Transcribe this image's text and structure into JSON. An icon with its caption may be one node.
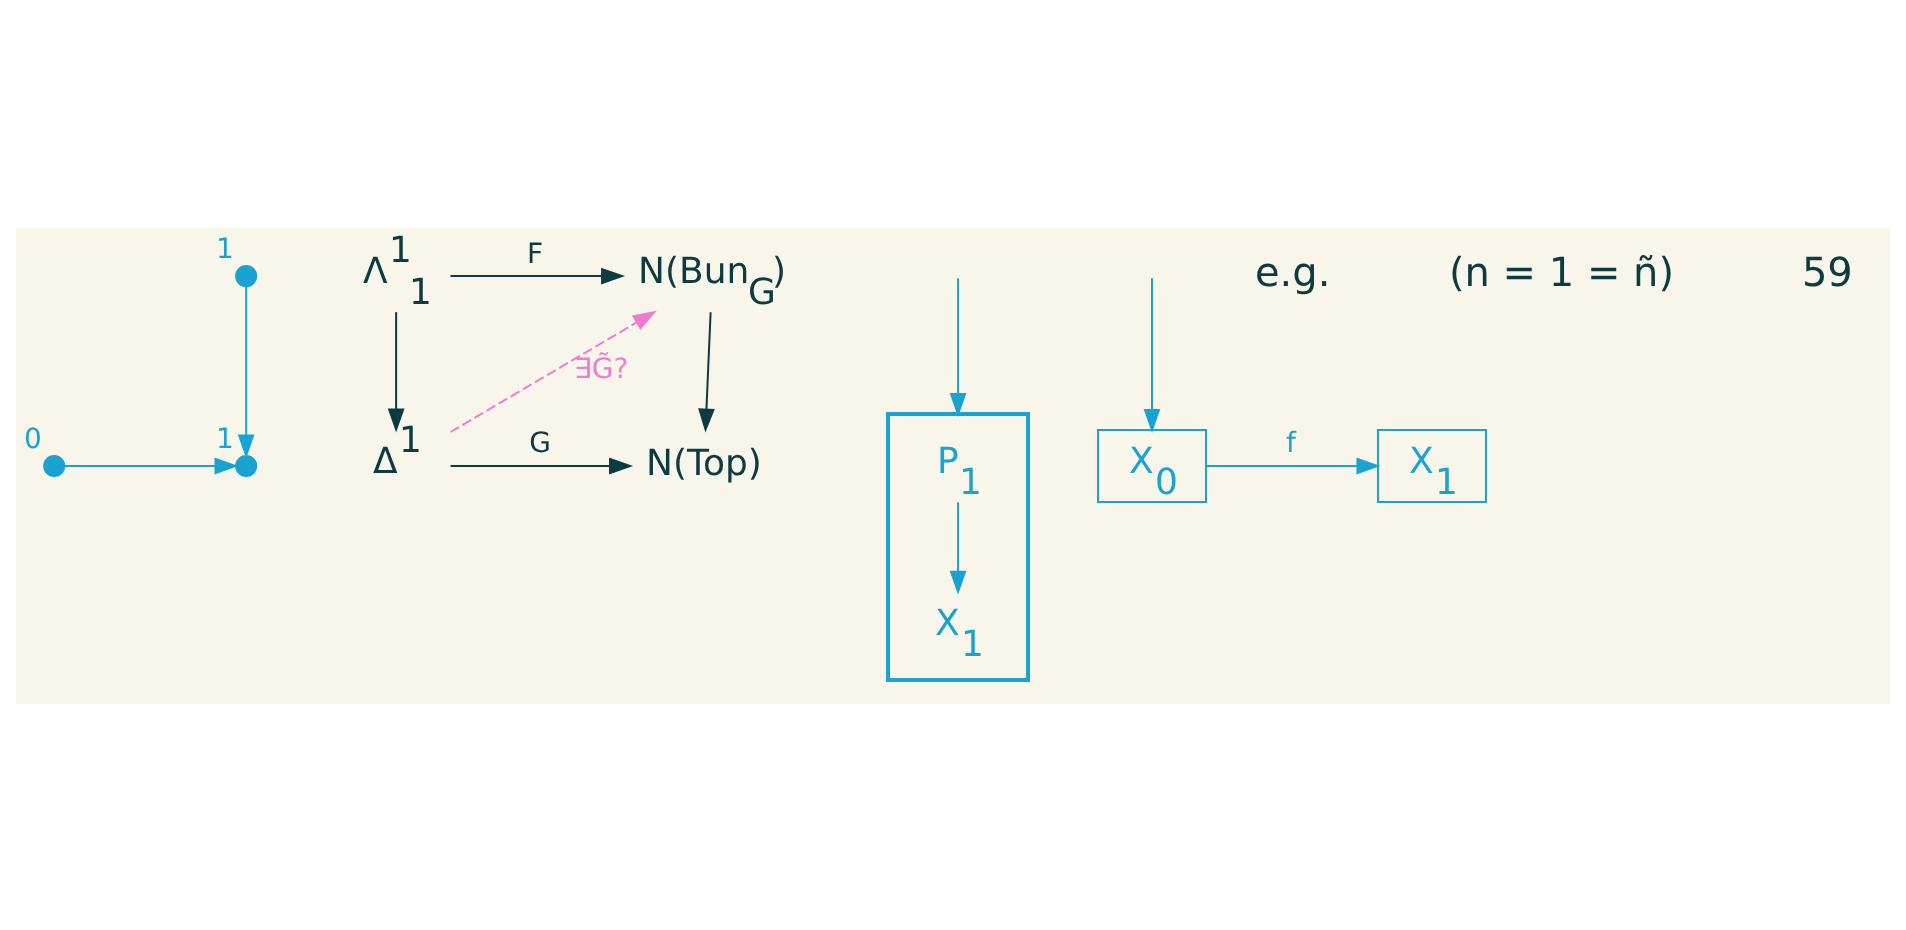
{
  "diagram": {
    "nodes": [
      {
        "text": [],
        "shape": "circle",
        "beside": [
          "1"
        ]
      },
      {
        "text": [],
        "shape": "circle",
        "beside": [
          "0"
        ]
      },
      {
        "text": [],
        "shape": "circle",
        "beside": [
          "1"
        ]
      },
      {
        "text": [
          "Λ$^{1}$$_{1}$"
        ]
      },
      {
        "text": [
          "N(Bun$_{G}$)"
        ]
      },
      {
        "text": [
          "Δ$^{1}$"
        ]
      },
      {
        "text": [
          "N(Top)"
        ]
      },
      {
        "text": [],
        "shape": "box"
      },
      {
        "text": [
          "P$_{1}$"
        ],
        "in": 7
      },
      {
        "text": [
          "X$_{1}$"
        ],
        "in": 7
      },
      {
        "text": [
          "X$_{0}$"
        ]
      },
      {
        "text": [
          "X$_{1}$"
        ]
      }
    ],
    "edges": [
      {
        "from": 0,
        "to": 2,
        "arrow": "to"
      },
      {
        "from": 1,
        "to": 2,
        "arrow": "to"
      },
      {
        "from": 3,
        "to": 4,
        "label": "F",
        "arrow": "to",
        "color": "#0d3b40"
      },
      {
        "from": 3,
        "to": 5,
        "arrow": "to",
        "color": "#0d3b40"
      },
      {
        "from": 4,
        "to": 6,
        "arrow": "to",
        "color": "#0d3b40"
      },
      {
        "from": 5,
        "to": 6,
        "label": "G",
        "arrow": "to",
        "color": "#0d3b40"
      },
      {
        "from": 5,
        "to": 4,
        "label": "∃G̃?",
        "arrow": "to",
        "style": "dashed",
        "color": "#f07cd0"
      },
      {
        "from": 8,
        "to": 9,
        "arrow": "to"
      },
      {
        "from": 10,
        "to": 11,
        "label": "f",
        "arrow": "to"
      },
      {
        "from": null,
        "to": 7,
        "arrow": "to"
      },
      {
        "from": null,
        "to": 10,
        "arrow": "to"
      }
    ],
    "labels": [
      "e.g.",
      "(n = 1 = ñ)",
      "59"
    ]
  }
}
